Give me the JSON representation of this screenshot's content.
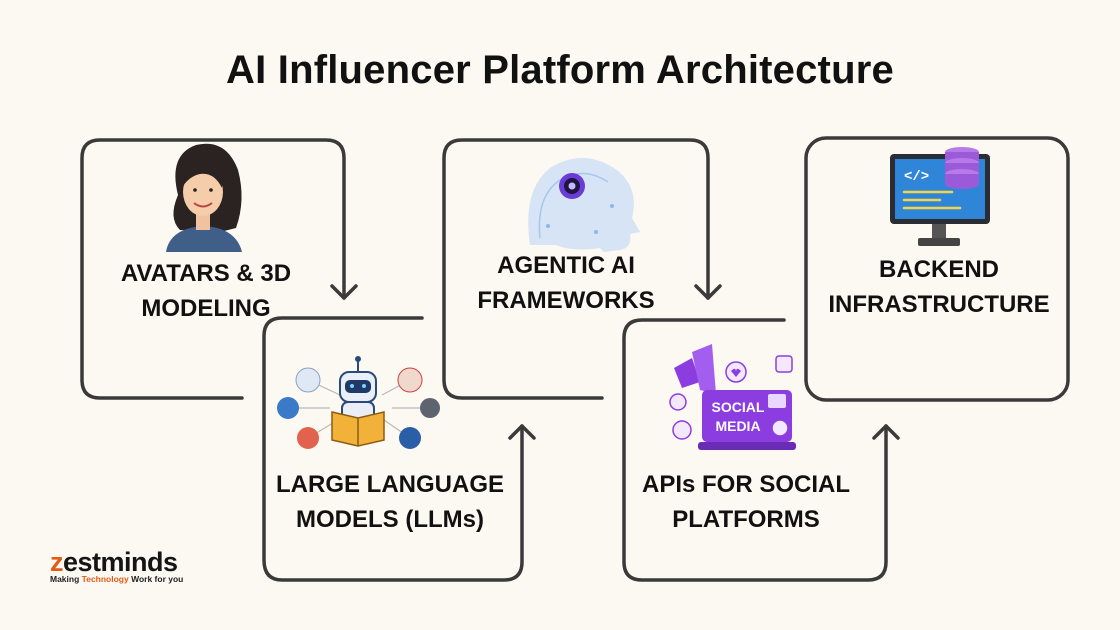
{
  "title": "AI Influencer Platform Architecture",
  "steps": [
    {
      "label_line1": "AVATARS & 3D",
      "label_line2": "MODELING",
      "icon": "woman-avatar-icon"
    },
    {
      "label_line1": "LARGE LANGUAGE",
      "label_line2": "MODELS (LLMs)",
      "icon": "robot-reading-icon"
    },
    {
      "label_line1": "AGENTIC AI",
      "label_line2": "FRAMEWORKS",
      "icon": "ai-head-icon"
    },
    {
      "label_line1": "APIs FOR SOCIAL",
      "label_line2": "PLATFORMS",
      "icon": "social-media-icon"
    },
    {
      "label_line1": "BACKEND",
      "label_line2": "INFRASTRUCTURE",
      "icon": "server-monitor-icon"
    }
  ],
  "social_screen_text": {
    "line1": "SOCIAL",
    "line2": "MEDIA"
  },
  "logo": {
    "z": "z",
    "rest": "estminds",
    "tagline_pre": "Making ",
    "tagline_accent": "Technology",
    "tagline_post": " Work for you"
  },
  "colors": {
    "background": "#fcf8f2",
    "stroke": "#3a3a3a",
    "brand": "#e25c16",
    "social": "#8b3de0"
  }
}
